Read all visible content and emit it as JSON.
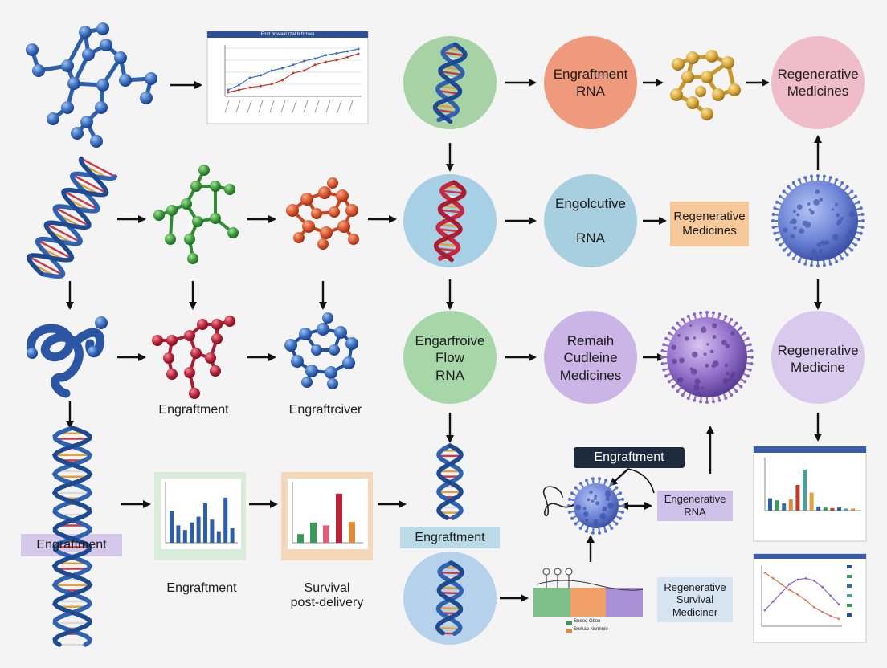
{
  "colors": {
    "blue": "#2e5ea8",
    "red": "#b8233a",
    "green": "#3d9a3d",
    "orange": "#d8552e",
    "gold": "#d9a93a",
    "arrow": "#111111"
  },
  "nodes": {
    "top_rna": "Engraftment\nRNA",
    "top_medicines": "Regenerative\nMedicines",
    "mid_rna": "Engolcutive\n\nRNA",
    "mid_box": "Regenerative\nMedicines",
    "flow_rna": "Engarfroive\nFlow\nRNA",
    "remaih": "Remaih\nCudleine\nMedicines",
    "right_medicine": "Regenerative\nMedicine",
    "engraftment_dark": "Engraftment",
    "engenerative_rna": "Engenerative\nRNA",
    "survival_box": "Regenerative\nSurvival\nMediciner",
    "left_tag": "Engraftment",
    "center_tag": "Engraftment"
  },
  "captions": {
    "engraftment_1": "Engraftment",
    "engraftcriver": "Engraftrciver",
    "engraftment_2": "Engraftment",
    "survival": "Survival\npost-delivery"
  },
  "top_chart": {
    "title": "Fnst bnwaal rzal b frrnwa"
  },
  "bottom_chart_small": {
    "legend": [
      "Sneoo Gtioo",
      "Snmao Nsnnnio"
    ]
  },
  "chart_data": [
    {
      "type": "line",
      "title": "Fnst bnwaal rzal b frrnwa",
      "series": [
        {
          "values": [
            0.1,
            0.2,
            0.35,
            0.4,
            0.5,
            0.55,
            0.62,
            0.7,
            0.75,
            0.82,
            0.86,
            0.9,
            0.95
          ]
        },
        {
          "values": [
            0.05,
            0.1,
            0.15,
            0.18,
            0.22,
            0.3,
            0.45,
            0.5,
            0.62,
            0.68,
            0.72,
            0.78,
            0.85
          ]
        }
      ]
    },
    {
      "type": "bar",
      "values": [
        0.55,
        0.3,
        0.22,
        0.35,
        0.45,
        0.68,
        0.4,
        0.2,
        0.78,
        0.25
      ]
    },
    {
      "type": "bar",
      "values": [
        0.15,
        0.35,
        0.3,
        0.85,
        0.36
      ]
    },
    {
      "type": "bar",
      "values": [
        0.24,
        0.2,
        0.14,
        0.22,
        0.5,
        0.8,
        0.35,
        0.08,
        0.06,
        0.05,
        0.06,
        0.04,
        0.04
      ]
    },
    {
      "type": "line",
      "series": [
        {
          "values": [
            0.25,
            0.4,
            0.55,
            0.7,
            0.78,
            0.8,
            0.76,
            0.65,
            0.5,
            0.35
          ]
        },
        {
          "values": [
            0.9,
            0.8,
            0.7,
            0.6,
            0.52,
            0.42,
            0.3,
            0.22,
            0.15,
            0.1
          ]
        }
      ]
    }
  ]
}
